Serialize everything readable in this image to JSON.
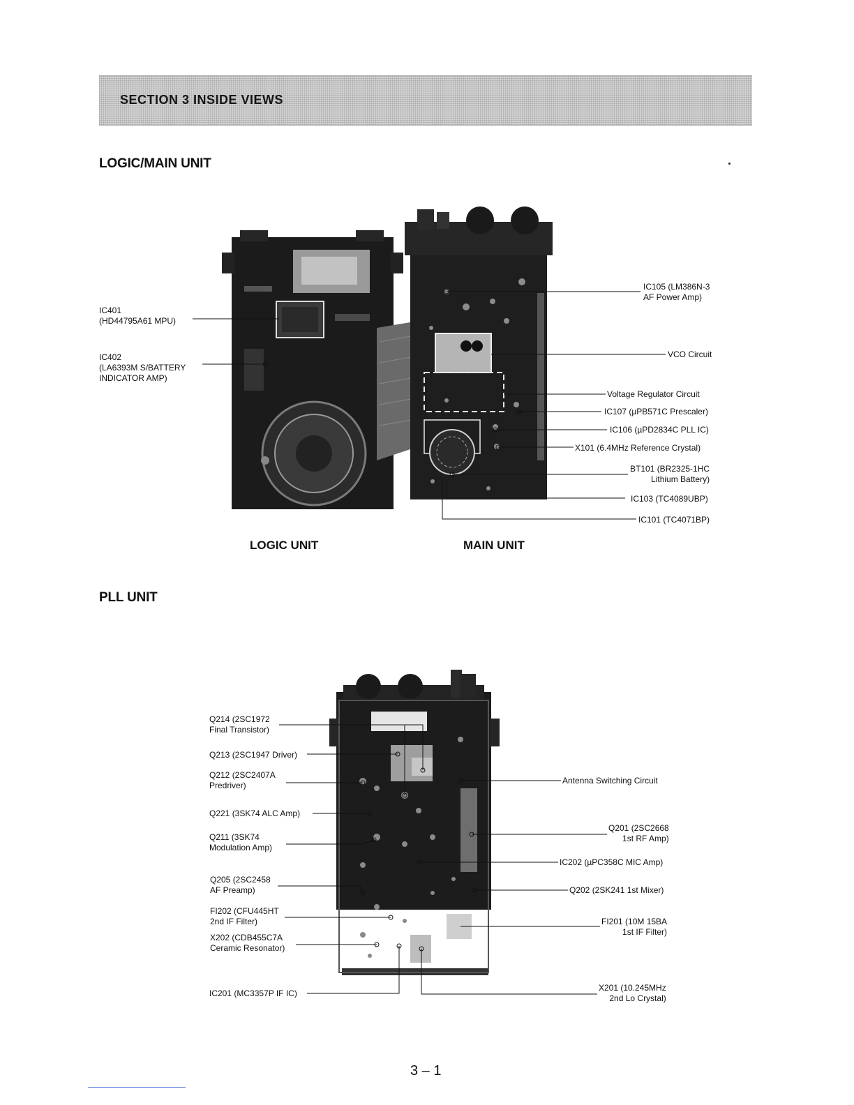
{
  "section": {
    "title": "SECTION 3   INSIDE VIEWS"
  },
  "logic_main": {
    "heading": "LOGIC/MAIN UNIT",
    "logic_caption": "LOGIC UNIT",
    "main_caption": "MAIN UNIT",
    "left_labels": [
      "IC401\n(HD44795A61 MPU)",
      "IC402\n(LA6393M S/BATTERY\nINDICATOR AMP)"
    ],
    "right_labels": [
      "IC105 (LM386N-3\nAF Power Amp)",
      "VCO Circuit",
      "Voltage Regulator Circuit",
      "IC107 (µPB571C Prescaler)",
      "IC106 (µPD2834C PLL IC)",
      "X101 (6.4MHz Reference Crystal)",
      "BT101 (BR2325-1HC\nLithium Battery)",
      "IC103 (TC4089UBP)",
      "IC101 (TC4071BP)"
    ]
  },
  "pll": {
    "heading": "PLL UNIT",
    "left_labels": [
      "Q214 (2SC1972\nFinal Transistor)",
      "Q213 (2SC1947 Driver)",
      "Q212 (2SC2407A\nPredriver)",
      "Q221 (3SK74 ALC Amp)",
      "Q211 (3SK74\nModulation Amp)",
      "Q205 (2SC2458\nAF Preamp)",
      "FI202 (CFU445HT\n2nd IF Filter)",
      "X202 (CDB455C7A\nCeramic Resonator)",
      "IC201 (MC3357P IF IC)"
    ],
    "right_labels": [
      "Antenna Switching Circuit",
      "Q201 (2SC2668\n1st RF Amp)",
      "IC202 (µPC358C MIC Amp)",
      "Q202 (2SK241 1st Mixer)",
      "FI201 (10M 15BA\n1st IF Filter)",
      "X201 (10.245MHz\n2nd Lo Crystal)"
    ]
  },
  "page_number": "3 – 1"
}
